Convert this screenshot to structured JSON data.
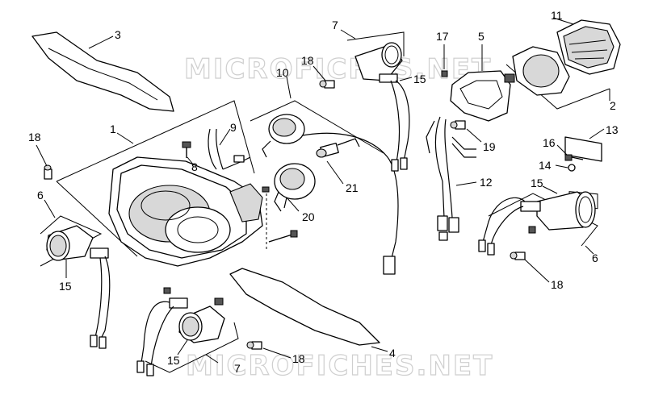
{
  "watermark_text": "MICROFICHES.NET",
  "callouts": {
    "c1": "1",
    "c2": "2",
    "c3": "3",
    "c4": "4",
    "c5": "5",
    "c6a": "6",
    "c6b": "6",
    "c7a": "7",
    "c7b": "7",
    "c8": "8",
    "c9": "9",
    "c10": "10",
    "c11": "11",
    "c12": "12",
    "c13": "13",
    "c14": "14",
    "c15a": "15",
    "c15b": "15",
    "c15c": "15",
    "c15d": "15",
    "c16": "16",
    "c17": "17",
    "c18a": "18",
    "c18b": "18",
    "c18c": "18",
    "c18d": "18",
    "c19": "19",
    "c20": "20",
    "c21": "21"
  },
  "colors": {
    "line": "#000000",
    "watermark": "#cfcfcf",
    "background": "#ffffff"
  }
}
